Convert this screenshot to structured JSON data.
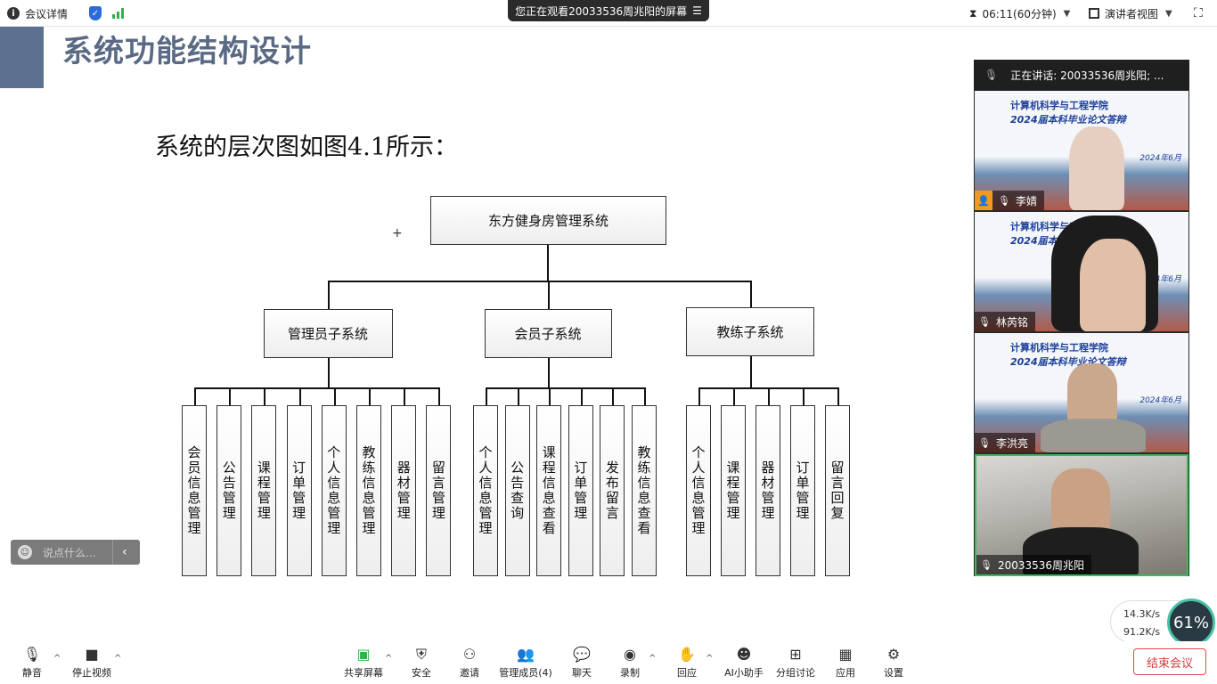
{
  "topbar": {
    "meeting_details": "会议详情",
    "viewing_banner": "您正在观看20033536周兆阳的屏幕",
    "timer": "06:11(60分钟)",
    "view_mode": "演讲者视图"
  },
  "slide": {
    "title": "系统功能结构设计",
    "subtitle": "系统的层次图如图4.1所示：",
    "plus": "+",
    "root": "东方健身房管理系统",
    "subsystems": [
      {
        "label": "管理员子系统",
        "leaves": [
          "会员信息管理",
          "公告管理",
          "课程管理",
          "订单管理",
          "个人信息管理",
          "教练信息管理",
          "器材管理",
          "留言管理"
        ]
      },
      {
        "label": "会员子系统",
        "leaves": [
          "个人信息管理",
          "公告查询",
          "课程信息查看",
          "订单管理",
          "发布留言",
          "教练信息查看"
        ]
      },
      {
        "label": "教练子系统",
        "leaves": [
          "个人信息管理",
          "课程管理",
          "器材管理",
          "订单管理",
          "留言回复"
        ]
      }
    ]
  },
  "chat": {
    "placeholder": "说点什么..."
  },
  "panel": {
    "speaking": "正在讲话:  20033536周兆阳; ...",
    "thumb_line1": "计算机科学与工程学院",
    "thumb_line2": "2024届本科毕业论文答辩",
    "thumb_date": "2024年6月",
    "participants": [
      "李婧",
      "林芮铭",
      "李洪亮",
      "20033536周兆阳"
    ]
  },
  "network": {
    "up": "14.3K/s",
    "down": "91.2K/s",
    "cpu": "61%"
  },
  "toolbar": {
    "mute": "静音",
    "stop_video": "停止视频",
    "share_screen": "共享屏幕",
    "security": "安全",
    "invite": "邀请",
    "manage_members": "管理成员(4)",
    "chat": "聊天",
    "record": "录制",
    "react": "回应",
    "ai_assistant": "AI小助手",
    "breakout": "分组讨论",
    "apps": "应用",
    "settings": "设置",
    "end_meeting": "结束会议"
  }
}
